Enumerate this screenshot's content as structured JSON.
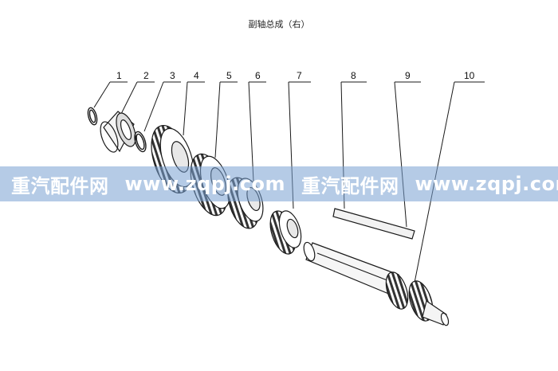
{
  "title": "副轴总成（右）",
  "callouts": [
    "1",
    "2",
    "3",
    "4",
    "5",
    "6",
    "7",
    "8",
    "9",
    "10"
  ],
  "watermark": {
    "brand": "重汽配件网",
    "url": "www.zqpj.com"
  },
  "colors": {
    "line": "#1a1a1a",
    "watermark_band": "#78a0d2"
  }
}
